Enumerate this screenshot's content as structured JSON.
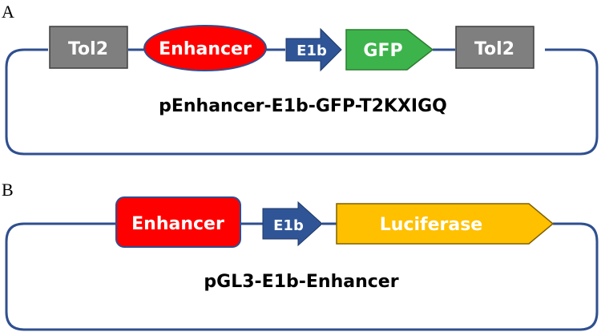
{
  "panelA": {
    "letter": "A",
    "tol2_left": "Tol2",
    "enhancer": "Enhancer",
    "promoter": "E1b",
    "reporter": "GFP",
    "tol2_right": "Tol2",
    "plasmid_name": "pEnhancer-E1b-GFP-T2KXIGQ"
  },
  "panelB": {
    "letter": "B",
    "enhancer": "Enhancer",
    "promoter": "E1b",
    "reporter": "Luciferase",
    "plasmid_name": "pGL3-E1b-Enhancer"
  },
  "colors": {
    "backbone": "#2f4f8f",
    "tol2": "#7f7f7f",
    "enhancer": "#ff0000",
    "promoter": "#2f5597",
    "gfp": "#3cb44b",
    "luciferase": "#ffc000"
  }
}
